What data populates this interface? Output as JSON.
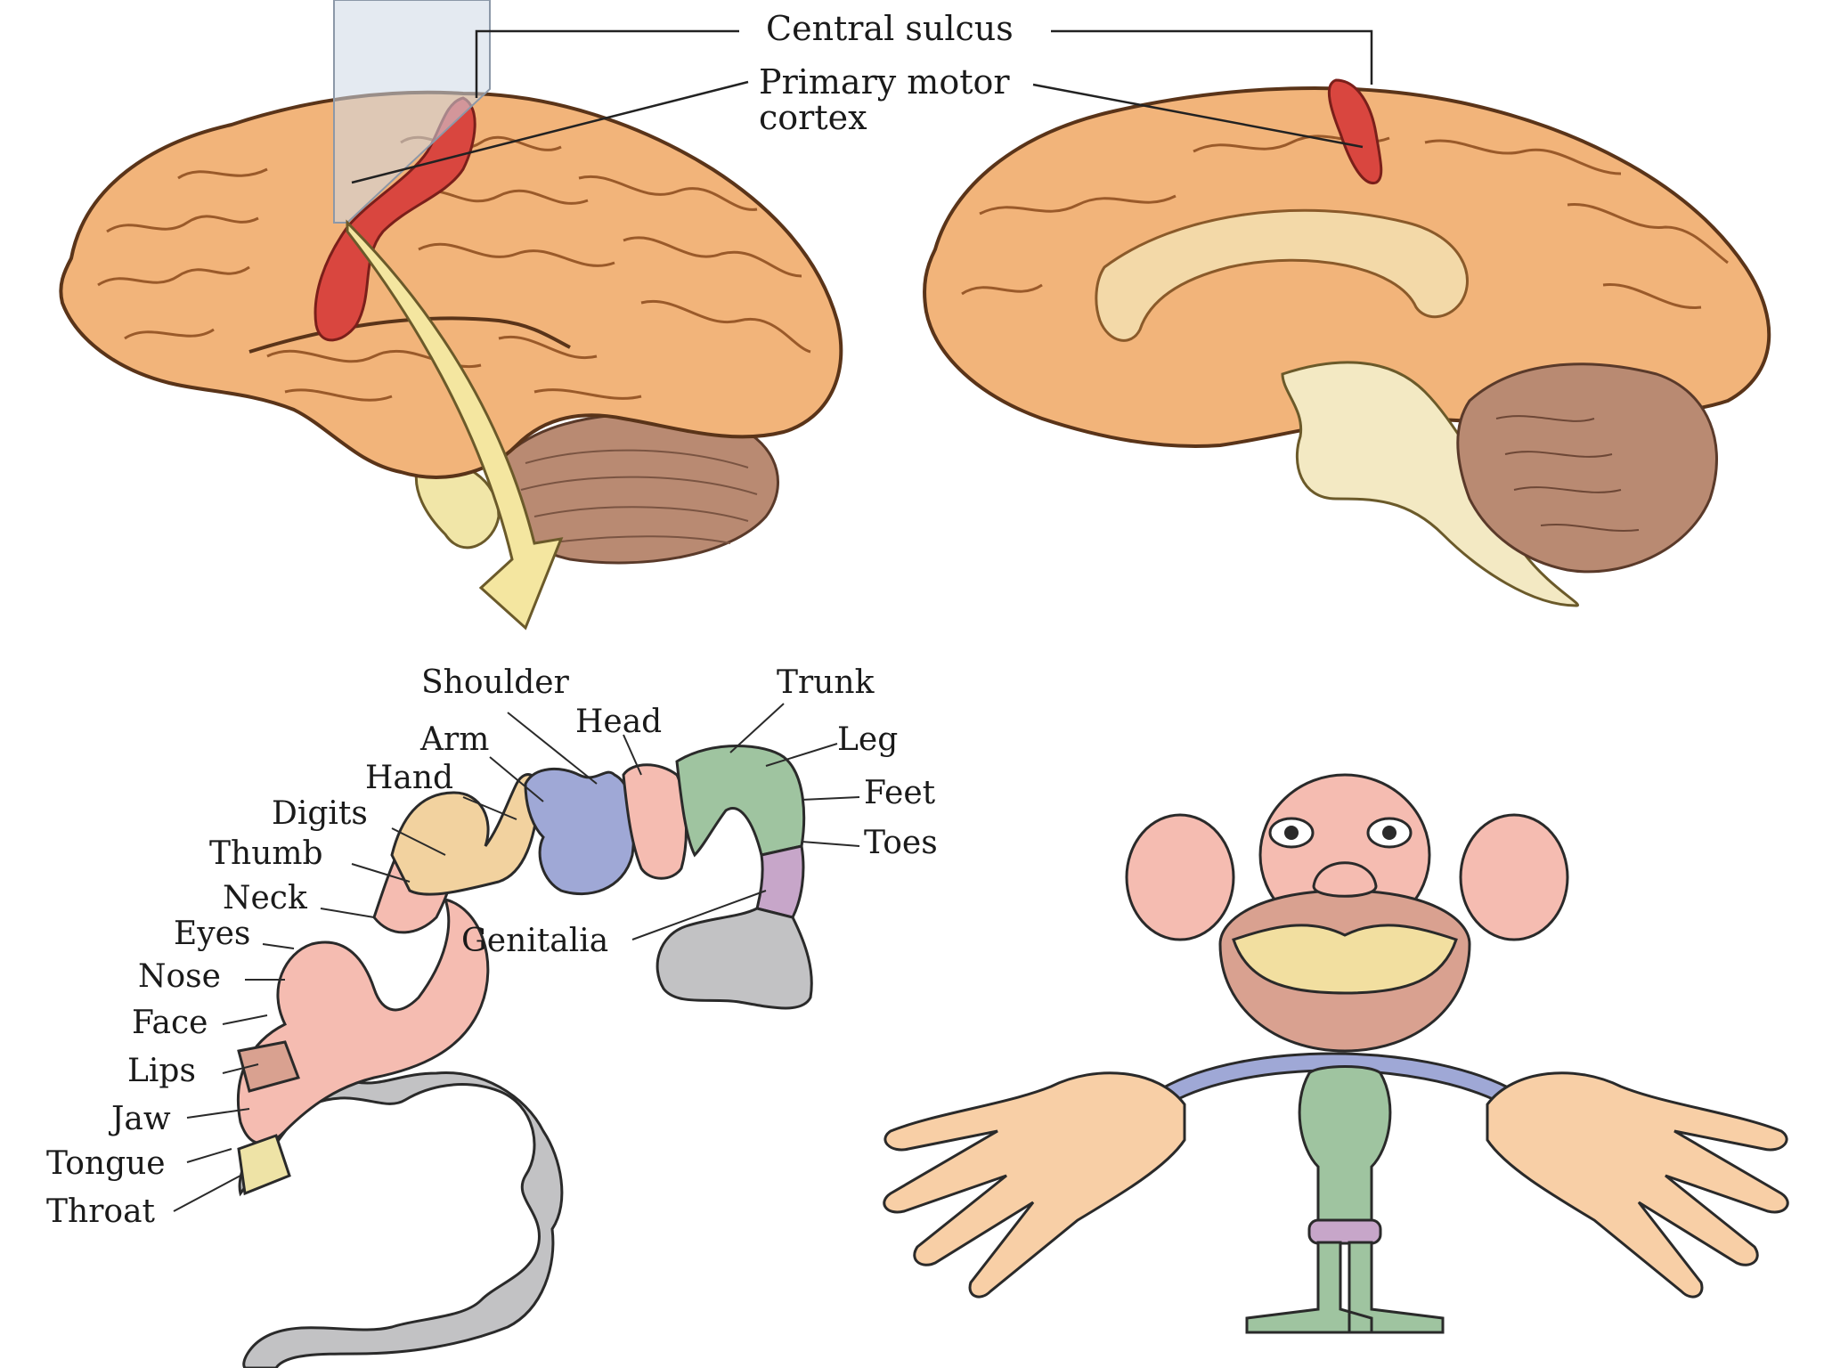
{
  "labels": {
    "central_sulcus": "Central sulcus",
    "primary_motor_line1": "Primary motor",
    "primary_motor_line2": "cortex"
  },
  "homunculus_labels": [
    "Shoulder",
    "Trunk",
    "Head",
    "Arm",
    "Leg",
    "Hand",
    "Feet",
    "Digits",
    "Toes",
    "Thumb",
    "Neck",
    "Genitalia",
    "Eyes",
    "Nose",
    "Face",
    "Lips",
    "Jaw",
    "Tongue",
    "Throat"
  ],
  "colors": {
    "cortex": "#f2b47a",
    "cortex_dark": "#c8824a",
    "motor_strip": "#d9463f",
    "cerebellum": "#b98a72",
    "brainstem": "#f3e9c3",
    "arrow": "#f4e6a0",
    "region_face": "#f5bcb1",
    "region_hand": "#f2d29f",
    "region_arm": "#9fa8d6",
    "region_trunk": "#9fc4a0",
    "region_genitalia": "#c7a6c9",
    "region_gray": "#c2c2c4",
    "region_lips": "#d9a190",
    "region_throat": "#eee3a6"
  }
}
